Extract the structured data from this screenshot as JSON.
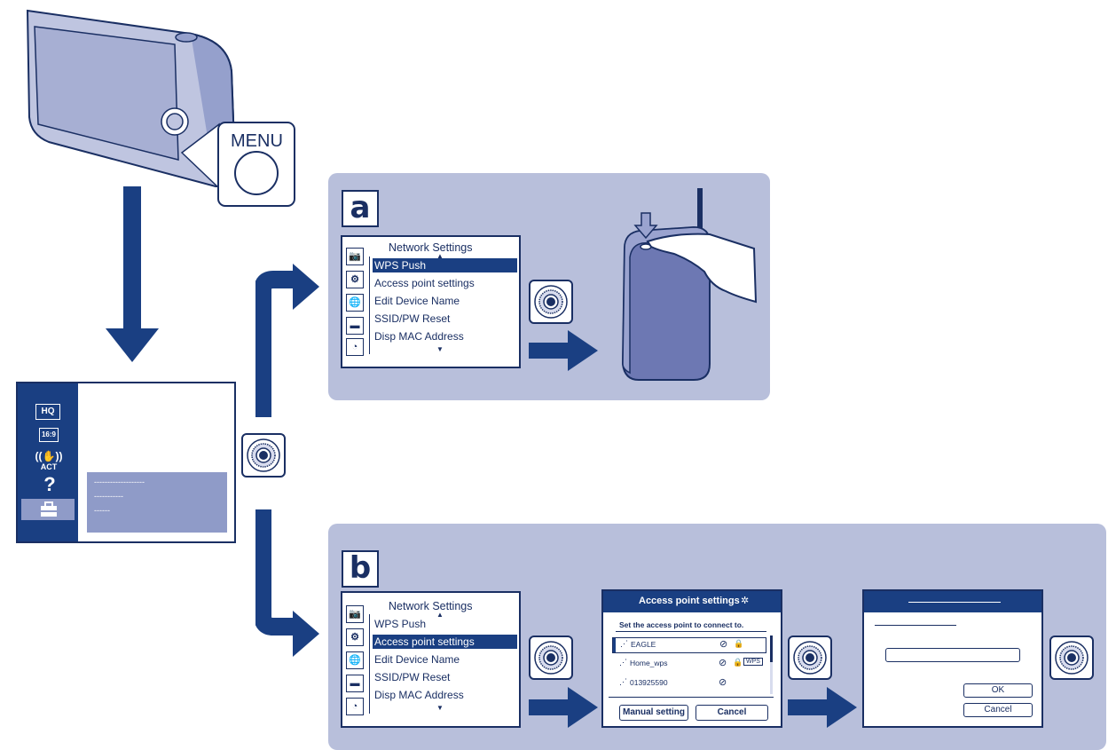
{
  "camera": {
    "menu_label": "MENU"
  },
  "label_a": "a",
  "label_b": "b",
  "panel_a": {
    "menu": {
      "title": "Network Settings",
      "items": [
        "WPS Push",
        "Access point settings",
        "Edit Device Name",
        "SSID/PW Reset",
        "Disp MAC Address"
      ],
      "selected": "WPS Push"
    }
  },
  "panel_b": {
    "menu": {
      "title": "Network Settings",
      "items": [
        "WPS Push",
        "Access point settings",
        "Edit Device Name",
        "SSID/PW Reset",
        "Disp MAC Address"
      ],
      "selected": "Access point settings"
    },
    "ap_dialog": {
      "title": "Access point settings",
      "subtitle": "Set the access point to connect to.",
      "networks": [
        {
          "name": "EAGLE",
          "lock": true,
          "wps": false,
          "selected": true
        },
        {
          "name": "Home_wps",
          "lock": true,
          "wps": true,
          "selected": false
        },
        {
          "name": "013925590",
          "lock": false,
          "wps": false,
          "selected": false
        }
      ],
      "wps_badge": "WPS",
      "manual_button": "Manual setting",
      "cancel_button": "Cancel"
    },
    "password_dialog": {
      "ok_button": "OK",
      "cancel_button": "Cancel"
    }
  },
  "setup_menu": {
    "icons": [
      "HQ",
      "16:9",
      "ACT",
      "?",
      "toolbox"
    ],
    "dashes": [
      "-------------------",
      "-----------",
      "------"
    ]
  },
  "colors": {
    "navy": "#1a2f63",
    "panel": "#b8bfdb",
    "camera_body": "#bfc5e0",
    "selection": "#1a3f82"
  }
}
